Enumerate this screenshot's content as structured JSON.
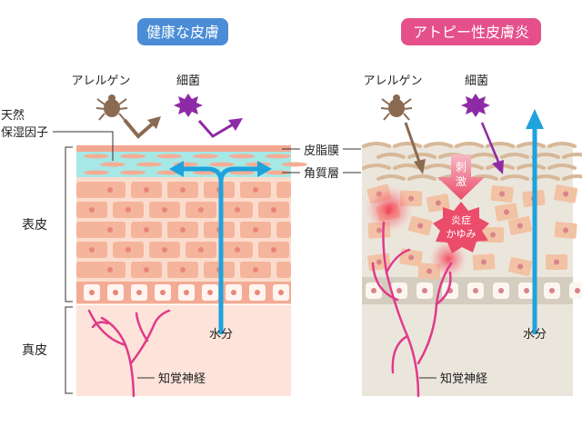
{
  "titles": {
    "healthy": "健康な皮膚",
    "atopic": "アトピー性皮膚炎"
  },
  "labels": {
    "allergen": "アレルゲン",
    "bacteria": "細菌",
    "nmf_line1": "天然",
    "nmf_line2": "保湿因子",
    "sebum": "皮脂膜",
    "stratum_corneum": "角質層",
    "epidermis": "表皮",
    "dermis": "真皮",
    "water": "水分",
    "nerve": "知覚神経",
    "stimulus_1": "刺",
    "stimulus_2": "激",
    "inflammation_1": "炎症",
    "inflammation_2": "かゆみ"
  },
  "colors": {
    "healthy_title": "#4a8cd6",
    "atopic_title": "#e5508a",
    "water_arrow": "#1ea3dc",
    "allergen": "#8b6a52",
    "bacteria": "#8e2aa6",
    "nerve": "#e03a8a",
    "stimulus": "#ea4c6a"
  }
}
